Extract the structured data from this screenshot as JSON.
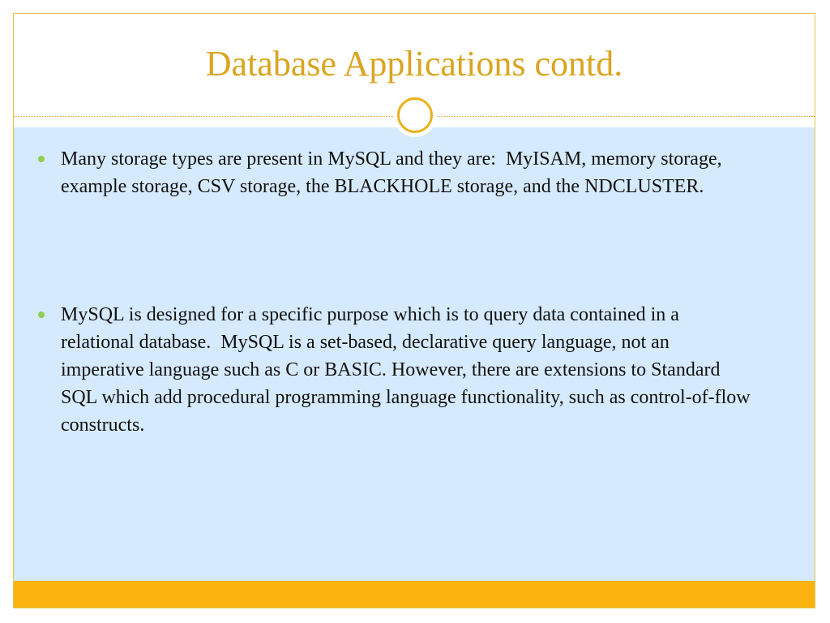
{
  "slide": {
    "title": "Database Applications contd.",
    "bullets": [
      {
        "text": "Many storage types are present in MySQL and they are:  MyISAM, memory storage, example storage, CSV storage, the BLACKHOLE storage, and the NDCLUSTER."
      },
      {
        "text": "MySQL is designed for a specific purpose which is to query data contained in a relational database.  MySQL is a set-based, declarative query language, not an imperative language such as C or BASIC. However, there are extensions to Standard SQL which add procedural programming language functionality, such as control-of-flow constructs."
      }
    ]
  },
  "colors": {
    "title": "#d9a520",
    "content_background": "#d5eafc",
    "footer_bar": "#fbb40f",
    "bullet": "#8fce4f",
    "ornament_ring": "#e9b21a"
  },
  "icons": {
    "ornament": "circle-ornament-icon",
    "bullet": "bullet-dot-icon"
  }
}
